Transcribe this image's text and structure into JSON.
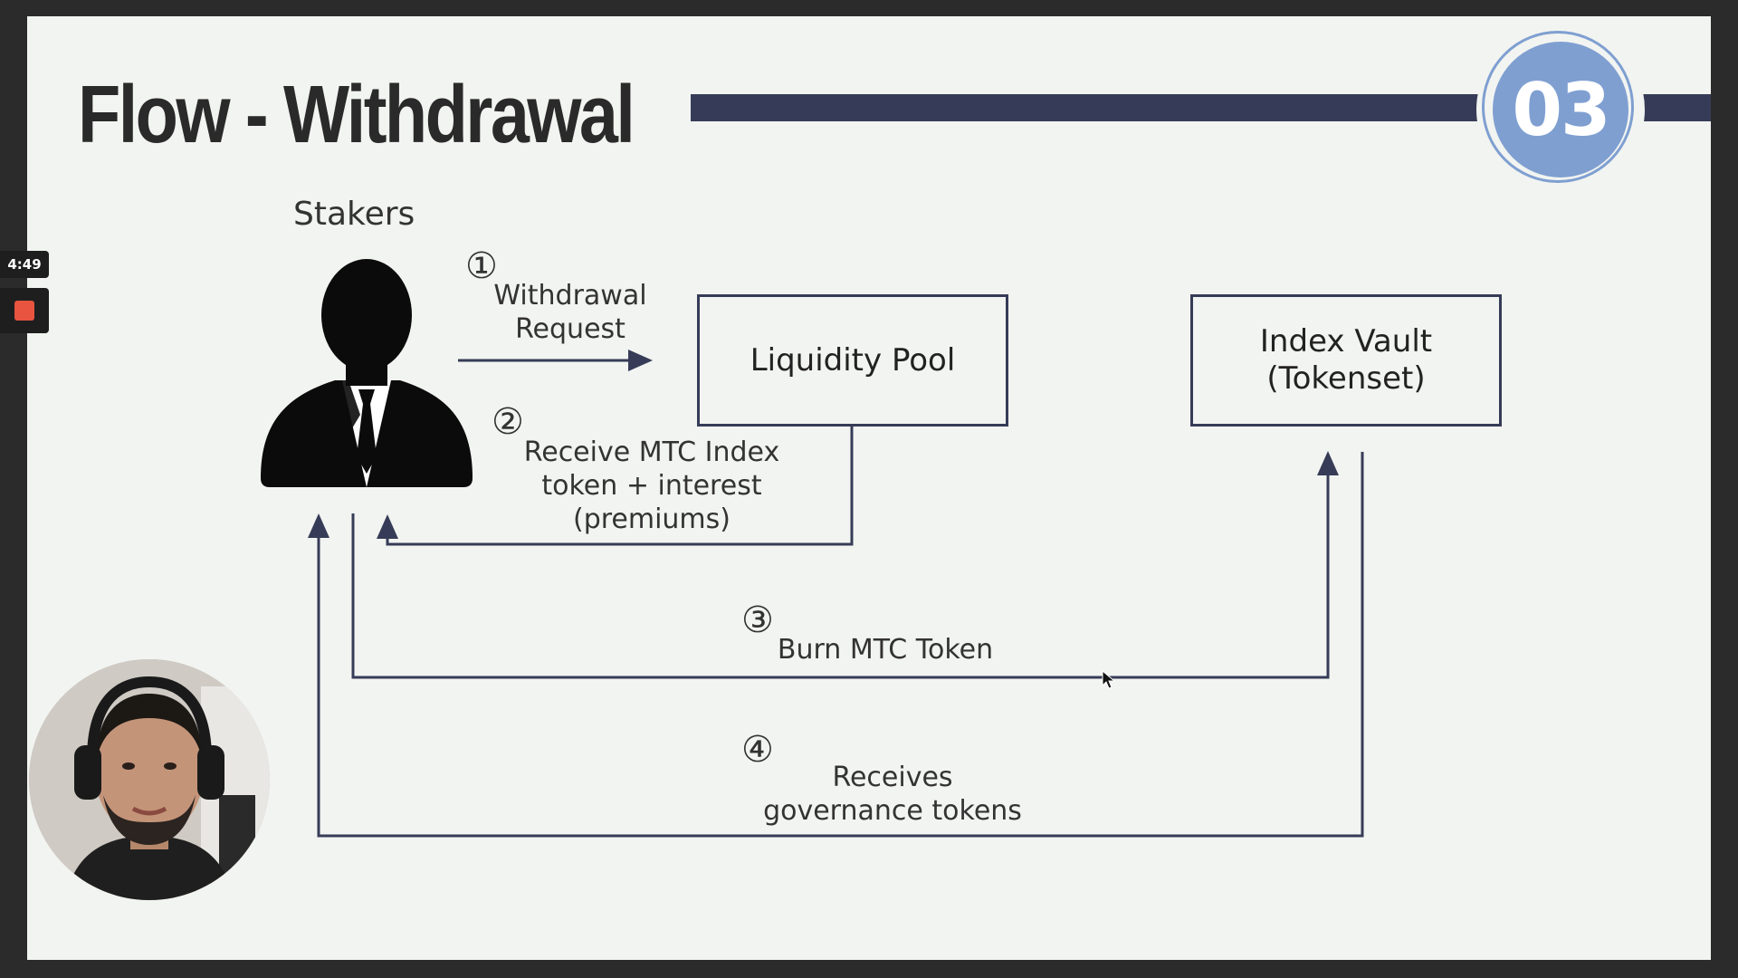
{
  "slide": {
    "title": "Flow - Withdrawal",
    "badge_number": "03"
  },
  "diagram": {
    "actor_label": "Stakers",
    "boxes": {
      "liquidity_pool": "Liquidity Pool",
      "index_vault_line1": "Index Vault",
      "index_vault_line2": "(Tokenset)"
    },
    "steps": [
      {
        "num": "①",
        "line1": "Withdrawal",
        "line2": "Request"
      },
      {
        "num": "②",
        "line1": "Receive MTC Index",
        "line2": "token + interest",
        "line3": "(premiums)"
      },
      {
        "num": "③",
        "line1": "Burn MTC Token"
      },
      {
        "num": "④",
        "line1": "Receives",
        "line2": "governance tokens"
      }
    ]
  },
  "recording": {
    "timer": "4:49",
    "stop_icon": "stop-icon"
  },
  "colors": {
    "line": "#363c57",
    "badge": "#7f9fd1",
    "record": "#e8543f"
  }
}
